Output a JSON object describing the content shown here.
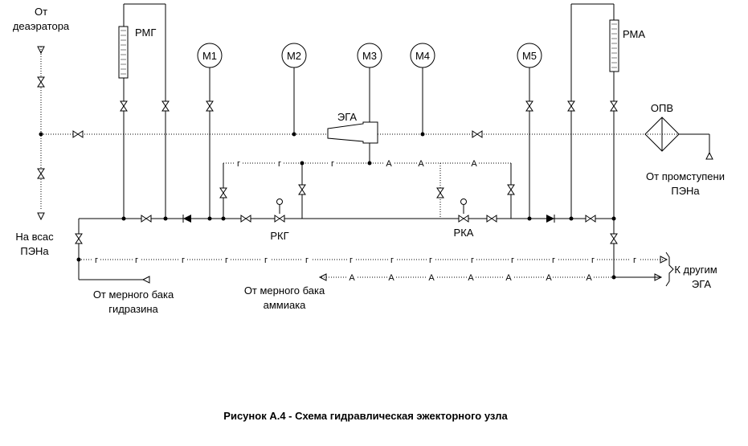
{
  "labels": {
    "from_deaerator": [
      "От",
      "деаэратора"
    ],
    "to_pen_suction": [
      "На всас",
      "ПЭНа"
    ],
    "rmg": "РМГ",
    "rma": "РМА",
    "m1": "М1",
    "m2": "М2",
    "m3": "М3",
    "m4": "М4",
    "m5": "М5",
    "ega": "ЭГА",
    "opv": "ОПВ",
    "from_intermediate_stage": [
      "От промступени",
      "ПЭНа"
    ],
    "rkg": "РКГ",
    "rka": "РКА",
    "to_other_ega": [
      "К другим",
      "ЭГА"
    ],
    "from_hydrazine_tank": [
      "От мерного бака",
      "гидразина"
    ],
    "from_ammonia_tank": [
      "От мерного бака",
      "аммиака"
    ],
    "line_mark_g": "г",
    "line_mark_a": "А"
  },
  "caption": "Рисунок А.4 - Схема гидравлическая эжекторного узла"
}
